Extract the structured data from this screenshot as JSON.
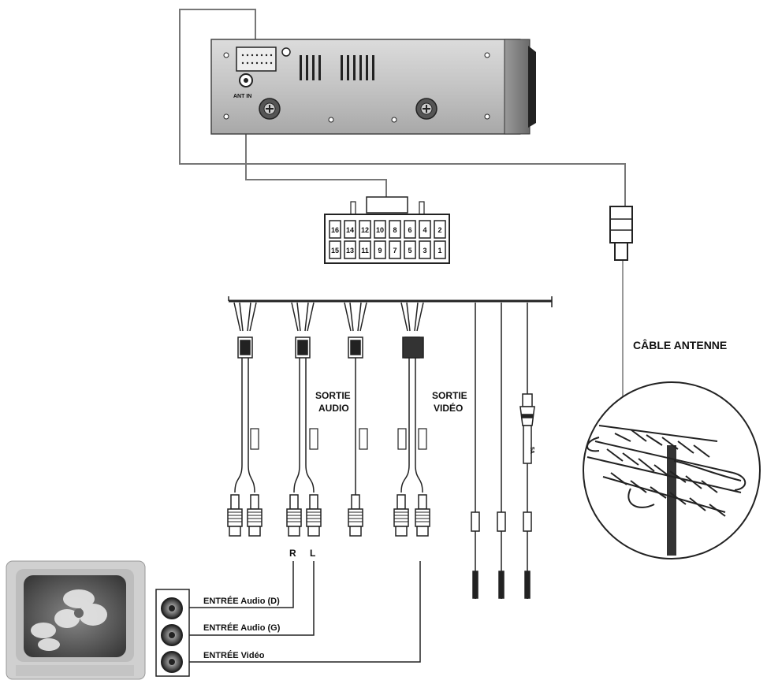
{
  "unit": {
    "ant_in_label": "ANT IN"
  },
  "connector": {
    "top_pins": [
      "16",
      "14",
      "12",
      "10",
      "8",
      "6",
      "4",
      "2"
    ],
    "bottom_pins": [
      "15",
      "13",
      "11",
      "9",
      "7",
      "5",
      "3",
      "1"
    ]
  },
  "labels": {
    "sortie_audio_line1": "SORTIE",
    "sortie_audio_line2": "AUDIO",
    "sortie_video_line1": "SORTIE",
    "sortie_video_line2": "VIDÉO",
    "cable_antenne": "CÂBLE ANTENNE",
    "plug_r": "R",
    "plug_l": "L",
    "fuse_label": "5A"
  },
  "tv_inputs": {
    "audio_d": "ENTRÉE Audio (D)",
    "audio_g": "ENTRÉE Audio (G)",
    "video": "ENTRÉE Vidéo"
  }
}
